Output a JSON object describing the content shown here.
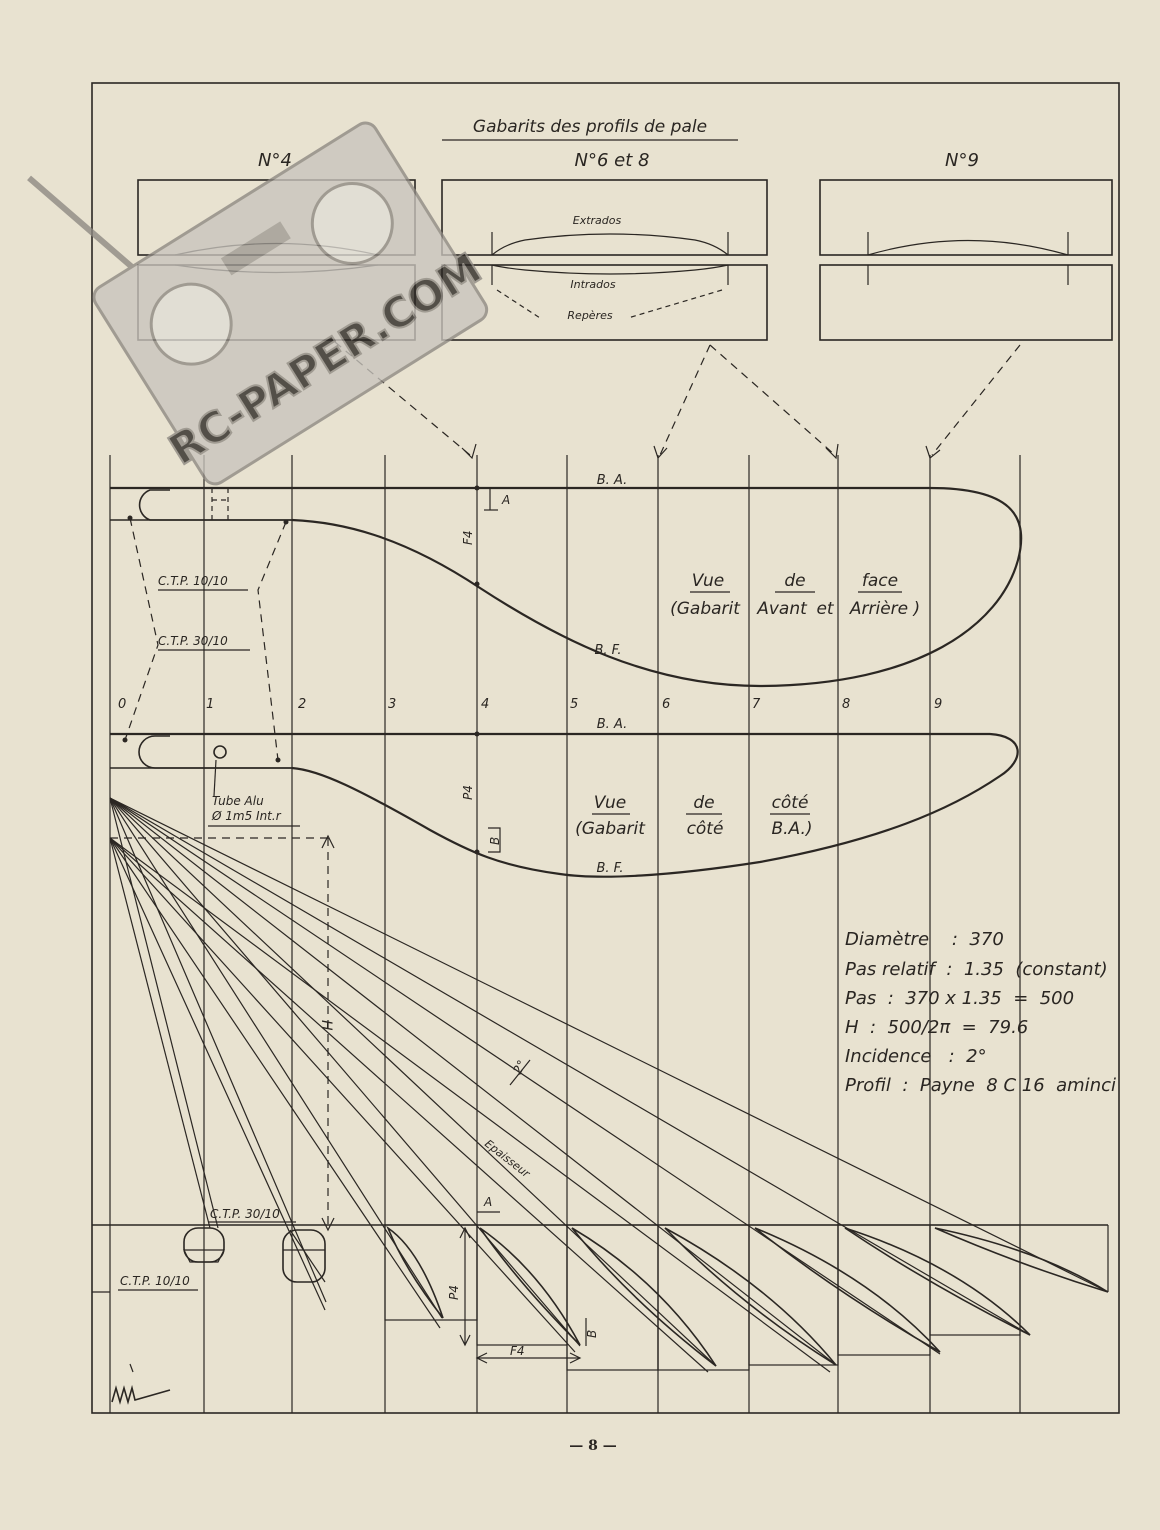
{
  "title": "Gabarits des profils de pale",
  "templates": {
    "no4": "N°4",
    "no6_8": "N°6 et 8",
    "no9": "N°9",
    "extrados": "Extrados",
    "intrados": "Intrados",
    "reperes": "Repères"
  },
  "edges": {
    "ba": "B. A.",
    "bf": "B. F."
  },
  "front_view": {
    "l1_a": "Vue",
    "l1_b": "de",
    "l1_c": "face",
    "l2_a": "(Gabarit",
    "l2_b": "Avant",
    "l2_c": "et",
    "l2_d": "Arrière )"
  },
  "side_view": {
    "l1_a": "Vue",
    "l1_b": "de",
    "l1_c": "côté",
    "l2_a": "(Gabarit",
    "l2_b": "côté",
    "l2_c": "B.A.)"
  },
  "stations": [
    "0",
    "1",
    "2",
    "3",
    "4",
    "5",
    "6",
    "7",
    "8",
    "9"
  ],
  "labels": {
    "ctp_10": "C.T.P. 10/10",
    "ctp_30": "C.T.P. 30/10",
    "tube_1": "Tube Alu",
    "tube_2": "Ø 1m5 Int.r",
    "f4": "F4",
    "p4": "P4",
    "a": "A",
    "b": "B",
    "h": "H",
    "angle": "2°",
    "epaisseur": "Epaisseur",
    "ctp_30_bottom": "C.T.P. 30/10",
    "ctp_10_bottom": "C.T.P. 10/10"
  },
  "specs": [
    "Diamètre    :  370",
    "Pas relatif  :  1.35  (constant)",
    "Pas  :  370 x 1.35  =  500",
    "H  :  500/2π  =  79.6",
    "Incidence   :  2°",
    "Profil  :  Payne  8 C 16  aminci"
  ],
  "watermark": "RC-PAPER.COM",
  "page_number": "— 8 —",
  "colors": {
    "paper": "#e8e2d0",
    "ink": "#2b2723",
    "watermark_fill": "#c8c4bd",
    "watermark_stroke": "#8d8881"
  }
}
